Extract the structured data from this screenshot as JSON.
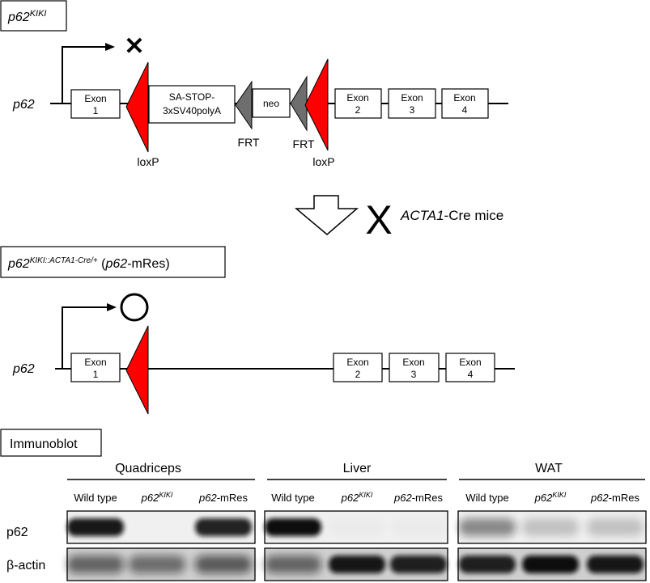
{
  "construct_top": {
    "title_main": "p62",
    "title_sup": "KIKI",
    "gene_label": "p62",
    "transcription_blocked_symbol": "✕",
    "exons_left": [
      {
        "name": "Exon",
        "num": "1"
      }
    ],
    "stop_cassette_line1": "SA-STOP-",
    "stop_cassette_line2": "3xSV40polyA",
    "neo_label": "neo",
    "exons_right": [
      {
        "name": "Exon",
        "num": "2"
      },
      {
        "name": "Exon",
        "num": "3"
      },
      {
        "name": "Exon",
        "num": "4"
      }
    ],
    "loxp_label_left": "loxP",
    "frt_label_left": "FRT",
    "frt_label_right": "FRT",
    "loxp_label_right": "loxP"
  },
  "cross": {
    "symbol": "X",
    "partner_italic": "ACTA1",
    "partner_rest": "-Cre mice"
  },
  "construct_bottom": {
    "title_main": "p62",
    "title_sup": "KIKI::ACTA1-Cre/+",
    "title_paren_open": " (",
    "title_paren_italic": "p62",
    "title_paren_rest": "-mRes)",
    "gene_label": "p62",
    "exons_left": [
      {
        "name": "Exon",
        "num": "1"
      }
    ],
    "exons_right": [
      {
        "name": "Exon",
        "num": "2"
      },
      {
        "name": "Exon",
        "num": "3"
      },
      {
        "name": "Exon",
        "num": "4"
      }
    ]
  },
  "immunoblot": {
    "section_label": "Immunoblot",
    "tissues": [
      "Quadriceps",
      "Liver",
      "WAT"
    ],
    "lanes": [
      {
        "kind": "plain",
        "text": "Wild type"
      },
      {
        "kind": "sup",
        "main": "p62",
        "sup": "KIKI"
      },
      {
        "kind": "mres",
        "main": "p62",
        "rest": "-mRes"
      }
    ],
    "rows": [
      "p62",
      "β-actin"
    ],
    "band_intensity": {
      "Quadriceps": {
        "p62": [
          0.95,
          0.0,
          0.9
        ],
        "β-actin": [
          0.55,
          0.5,
          0.6
        ]
      },
      "Liver": {
        "p62": [
          1.0,
          0.02,
          0.02
        ],
        "β-actin": [
          0.55,
          0.95,
          0.9
        ]
      },
      "WAT": {
        "p62": [
          0.45,
          0.2,
          0.2
        ],
        "β-actin": [
          0.9,
          1.0,
          0.95
        ]
      }
    },
    "colors": {
      "loxp": "#ff0000",
      "frt": "#6e6e6e",
      "band": "#111111"
    }
  }
}
